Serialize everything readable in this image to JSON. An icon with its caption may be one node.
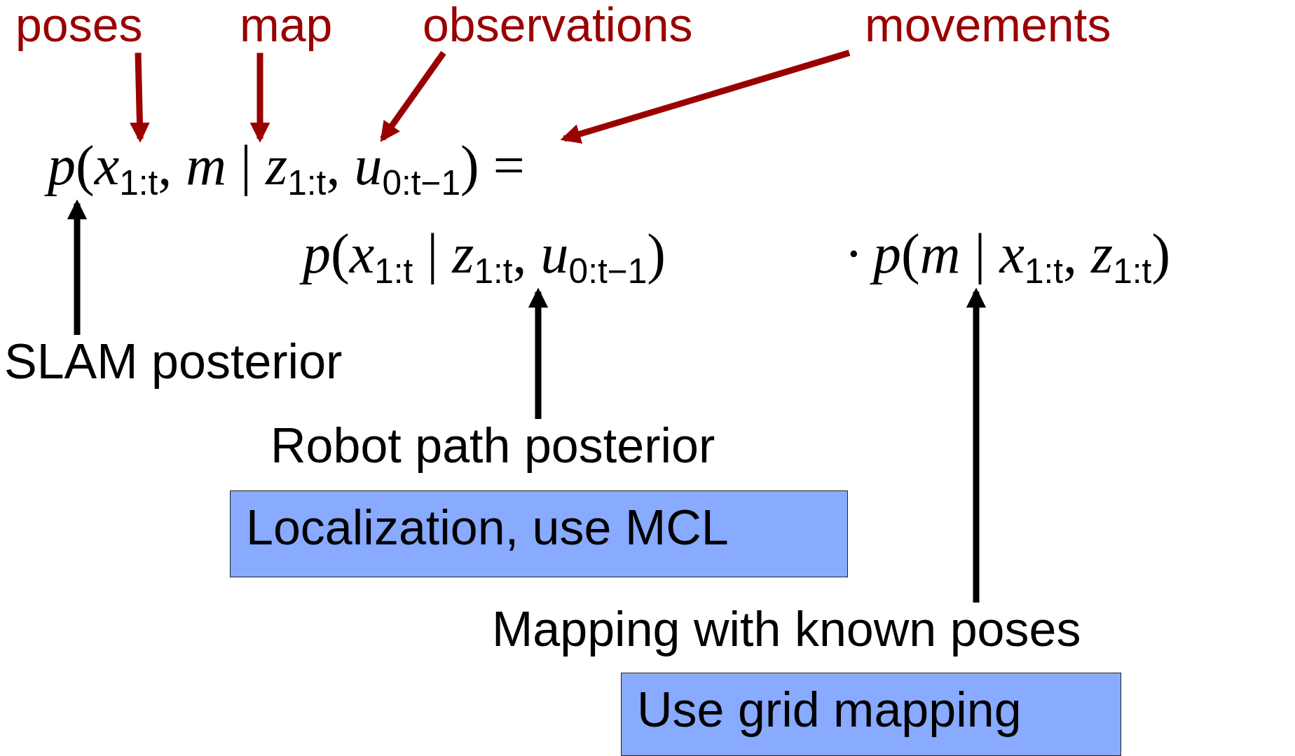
{
  "diagram": {
    "nodes": [
      {
        "text": [
          "poses"
        ]
      },
      {
        "text": [
          "map"
        ]
      },
      {
        "text": [
          "observations"
        ]
      },
      {
        "text": [
          "movements"
        ]
      },
      {
        "text": [
          "*p*(*x*$_{1:t}$, *m* | *z*$_{1:t}$, *u*$_{0:t−1}$) ="
        ]
      },
      {
        "text": [
          "*p*(*x*$_{1:t}$ | *z*$_{1:t}$, *u*$_{0:t−1}$)"
        ]
      },
      {
        "text": [
          "*p*(*m* | *x*$_{1:t}$, *z*$_{1:t}$)"
        ]
      },
      {
        "text": [
          "SLAM posterior"
        ]
      },
      {
        "text": [
          "Robot path posterior"
        ]
      },
      {
        "text": [
          "Localization, use MCL"
        ]
      },
      {
        "text": [
          "Mapping with known poses"
        ]
      },
      {
        "text": [
          "Use grid mapping"
        ]
      }
    ],
    "edges": [
      {
        "from": 0,
        "to": 4,
        "arrow": "to"
      },
      {
        "from": 1,
        "to": 4,
        "arrow": "to"
      },
      {
        "from": 2,
        "to": 4,
        "arrow": "to"
      },
      {
        "from": 3,
        "to": 4,
        "arrow": "to"
      },
      {
        "from": 7,
        "to": 4,
        "arrow": "to",
        "color": "#000000"
      },
      {
        "from": 8,
        "to": 5,
        "arrow": "to",
        "color": "#000000"
      },
      {
        "from": 10,
        "to": 6,
        "arrow": "to",
        "color": "#000000"
      }
    ],
    "labels": [
      "·"
    ]
  }
}
